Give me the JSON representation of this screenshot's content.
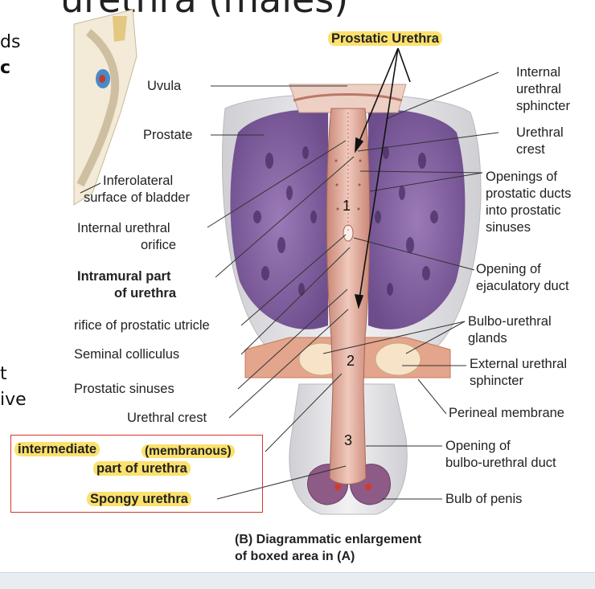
{
  "slide": {
    "title_fragment": "urethra (males)",
    "left_fragments": [
      "ds",
      "c",
      "t",
      "ive"
    ]
  },
  "numbers": [
    "1",
    "2",
    "3"
  ],
  "labels": {
    "prostatic_urethra": "Prostatic Urethra",
    "uvula": "Uvula",
    "prostate": "Prostate",
    "inferolateral": [
      "Inferolateral",
      "surface of bladder"
    ],
    "internal_orifice": [
      "Internal urethral",
      "orifice"
    ],
    "intramural": [
      "Intramural part",
      "of urethra"
    ],
    "utricle": "rifice of prostatic utricle",
    "colliculus": "Seminal colliculus",
    "sinuses": "Prostatic sinuses",
    "urethral_crest_left": "Urethral crest",
    "intermediate": "intermediate",
    "membranous": "(membranous)",
    "part_of_urethra": "part of urethra",
    "spongy": "Spongy urethra",
    "internal_sphincter": [
      "Internal",
      "urethral",
      "sphincter"
    ],
    "urethral_crest_right": [
      "Urethral",
      "crest"
    ],
    "openings_ducts": [
      "Openings of",
      "prostatic ducts",
      "into prostatic",
      "sinuses"
    ],
    "ejaculatory": [
      "Opening of",
      "ejaculatory duct"
    ],
    "bulbo_glands": [
      "Bulbo-urethral",
      "glands"
    ],
    "external_sphincter": [
      "External urethral",
      "sphincter"
    ],
    "perineal": "Perineal membrane",
    "bulbo_duct": [
      "Opening of",
      "bulbo-urethral duct"
    ],
    "bulb_penis": "Bulb of penis"
  },
  "caption": [
    "(B) Diagrammatic enlargement",
    "of boxed area in (A)"
  ],
  "colors": {
    "highlight": "#f7d23a",
    "box": "#d8342c",
    "prostate_fill": "#8d6aa8",
    "tissue": "#e8b6a8",
    "urethra": "#d9a08f"
  }
}
